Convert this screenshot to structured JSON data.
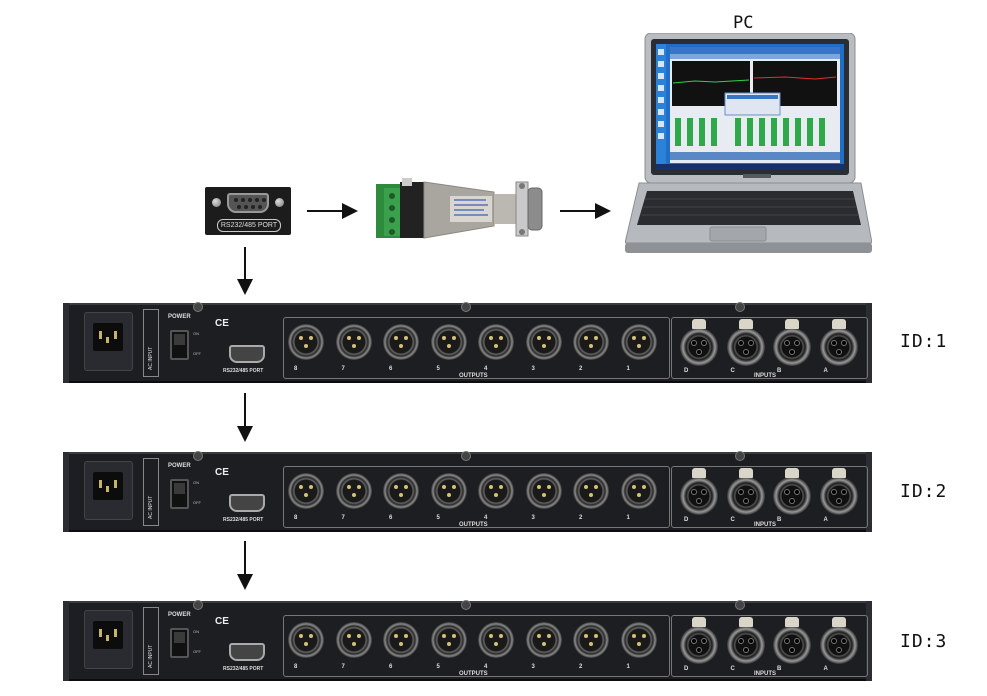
{
  "pc_label": "PC",
  "port_label": "RS232/485 PORT",
  "devices": [
    {
      "id_label": "ID:1"
    },
    {
      "id_label": "ID:2"
    },
    {
      "id_label": "ID:3"
    }
  ],
  "device_panel": {
    "power_label": "POWER",
    "on_label": "ON",
    "off_label": "OFF",
    "ac_input_label": "AC INPUT",
    "rs_port_label": "RS232/485 PORT",
    "outputs_label": "OUTPUTS",
    "inputs_label": "INPUTS",
    "output_numbers": [
      "8",
      "7",
      "6",
      "5",
      "4",
      "3",
      "2",
      "1"
    ],
    "input_letters": [
      "D",
      "C",
      "B",
      "A"
    ],
    "ce_mark": "CE"
  },
  "colors": {
    "rack_body": "#1d1e22",
    "arrow": "#111111",
    "converter_body": "#a9a6a0",
    "terminal_block": "#2e8b3e",
    "screen_blue": "#1f6fc9"
  },
  "icons": [
    "arrow-right-icon",
    "arrow-down-icon",
    "db9-connector-icon",
    "xlr-male-icon",
    "xlr-female-icon",
    "power-switch-icon",
    "iec-inlet-icon"
  ]
}
